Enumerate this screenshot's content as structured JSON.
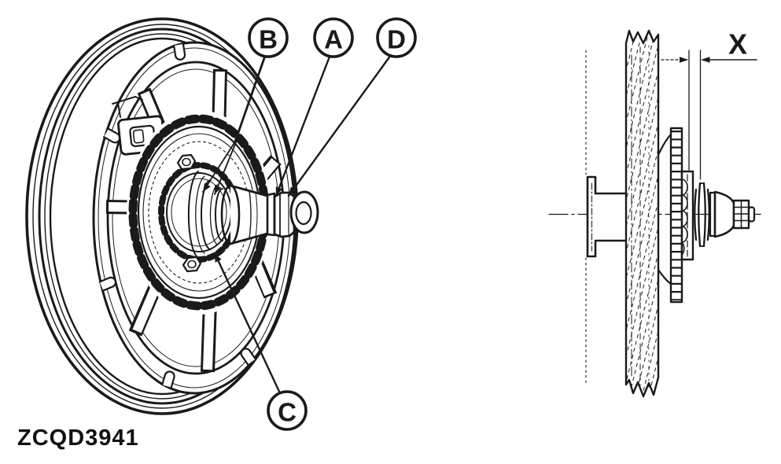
{
  "figure": {
    "code": "ZCQD3941",
    "background_color": "#ffffff",
    "line_color": "#1a1a1a"
  },
  "callouts": [
    {
      "label": "B"
    },
    {
      "label": "A"
    },
    {
      "label": "D"
    },
    {
      "label": "C"
    }
  ],
  "dimension": {
    "label": "X"
  }
}
